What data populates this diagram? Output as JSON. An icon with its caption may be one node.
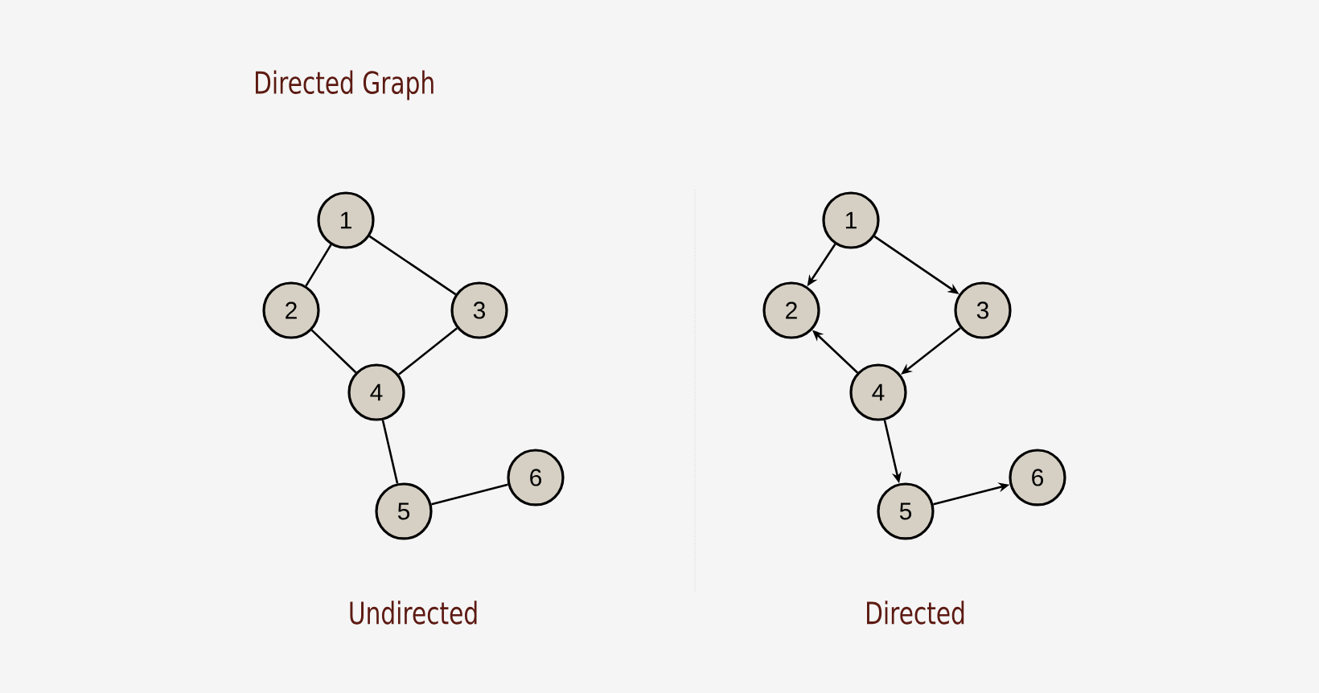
{
  "diagram": {
    "title": "Directed Graph",
    "nodes": [
      {
        "text": [
          "1"
        ]
      },
      {
        "text": [
          "2"
        ]
      },
      {
        "text": [
          "3"
        ]
      },
      {
        "text": [
          "4"
        ]
      },
      {
        "text": [
          "5"
        ]
      },
      {
        "text": [
          "6"
        ]
      },
      {
        "text": [
          "1"
        ]
      },
      {
        "text": [
          "2"
        ]
      },
      {
        "text": [
          "3"
        ]
      },
      {
        "text": [
          "4"
        ]
      },
      {
        "text": [
          "5"
        ]
      },
      {
        "text": [
          "6"
        ]
      }
    ],
    "edges": [
      {
        "from": 0,
        "to": 1,
        "arrow": "none"
      },
      {
        "from": 0,
        "to": 2,
        "arrow": "none"
      },
      {
        "from": 1,
        "to": 3,
        "arrow": "none"
      },
      {
        "from": 2,
        "to": 3,
        "arrow": "none"
      },
      {
        "from": 3,
        "to": 4,
        "arrow": "none"
      },
      {
        "from": 4,
        "to": 5,
        "arrow": "none"
      },
      {
        "from": 6,
        "to": 7,
        "arrow": "to"
      },
      {
        "from": 6,
        "to": 8,
        "arrow": "to"
      },
      {
        "from": 8,
        "to": 9,
        "arrow": "to"
      },
      {
        "from": 9,
        "to": 7,
        "arrow": "to"
      },
      {
        "from": 9,
        "to": 10,
        "arrow": "to"
      },
      {
        "from": 10,
        "to": 11,
        "arrow": "to"
      }
    ],
    "labels": [
      "Undirected",
      "Directed"
    ]
  }
}
